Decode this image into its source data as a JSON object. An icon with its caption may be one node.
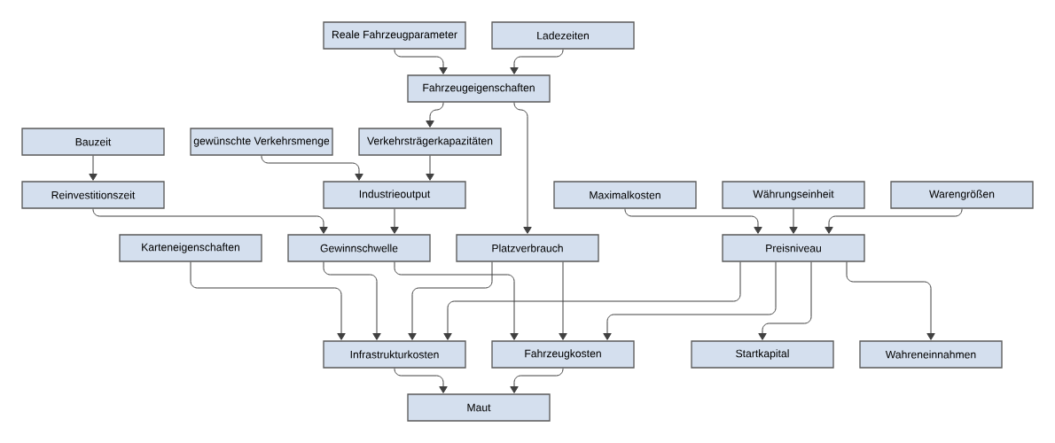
{
  "diagram": {
    "nodes": [
      {
        "text": [
          "Reale Fahrzeugparameter"
        ]
      },
      {
        "text": [
          "Ladezeiten"
        ]
      },
      {
        "text": [
          "Fahrzeugeigenschaften"
        ]
      },
      {
        "text": [
          "Bauzeit"
        ]
      },
      {
        "text": [
          "gewünschte Verkehrsmenge"
        ]
      },
      {
        "text": [
          "Verkehrsträgerkapazitäten"
        ]
      },
      {
        "text": [
          "Reinvestitionszeit"
        ]
      },
      {
        "text": [
          "Industrieoutput"
        ]
      },
      {
        "text": [
          "Maximalkosten"
        ]
      },
      {
        "text": [
          "Währungseinheit"
        ]
      },
      {
        "text": [
          "Warengrößen"
        ]
      },
      {
        "text": [
          "Karteneigenschaften"
        ]
      },
      {
        "text": [
          "Gewinnschwelle"
        ]
      },
      {
        "text": [
          "Platzverbrauch"
        ]
      },
      {
        "text": [
          "Preisniveau"
        ]
      },
      {
        "text": [
          "Infrastrukturkosten"
        ]
      },
      {
        "text": [
          "Fahrzeugkosten"
        ]
      },
      {
        "text": [
          "Startkapital"
        ]
      },
      {
        "text": [
          "Wahreneinnahmen"
        ]
      },
      {
        "text": [
          "Maut"
        ]
      }
    ],
    "edges": [
      {
        "from": 0,
        "to": 2,
        "arrow": "to"
      },
      {
        "from": 1,
        "to": 2,
        "arrow": "to"
      },
      {
        "from": 2,
        "to": 5,
        "arrow": "to"
      },
      {
        "from": 2,
        "to": 13,
        "arrow": "to"
      },
      {
        "from": 3,
        "to": 6,
        "arrow": "to"
      },
      {
        "from": 4,
        "to": 7,
        "arrow": "to"
      },
      {
        "from": 5,
        "to": 7,
        "arrow": "to"
      },
      {
        "from": 6,
        "to": 12,
        "arrow": "to"
      },
      {
        "from": 7,
        "to": 12,
        "arrow": "to"
      },
      {
        "from": 8,
        "to": 14,
        "arrow": "to"
      },
      {
        "from": 9,
        "to": 14,
        "arrow": "to"
      },
      {
        "from": 10,
        "to": 14,
        "arrow": "to"
      },
      {
        "from": 11,
        "to": 15,
        "arrow": "to"
      },
      {
        "from": 12,
        "to": 15,
        "arrow": "to"
      },
      {
        "from": 12,
        "to": 16,
        "arrow": "to"
      },
      {
        "from": 13,
        "to": 15,
        "arrow": "to"
      },
      {
        "from": 13,
        "to": 16,
        "arrow": "to"
      },
      {
        "from": 14,
        "to": 15,
        "arrow": "to"
      },
      {
        "from": 14,
        "to": 16,
        "arrow": "to"
      },
      {
        "from": 14,
        "to": 17,
        "arrow": "to"
      },
      {
        "from": 14,
        "to": 18,
        "arrow": "to"
      },
      {
        "from": 15,
        "to": 19,
        "arrow": "to"
      },
      {
        "from": 16,
        "to": 19,
        "arrow": "to"
      }
    ]
  }
}
